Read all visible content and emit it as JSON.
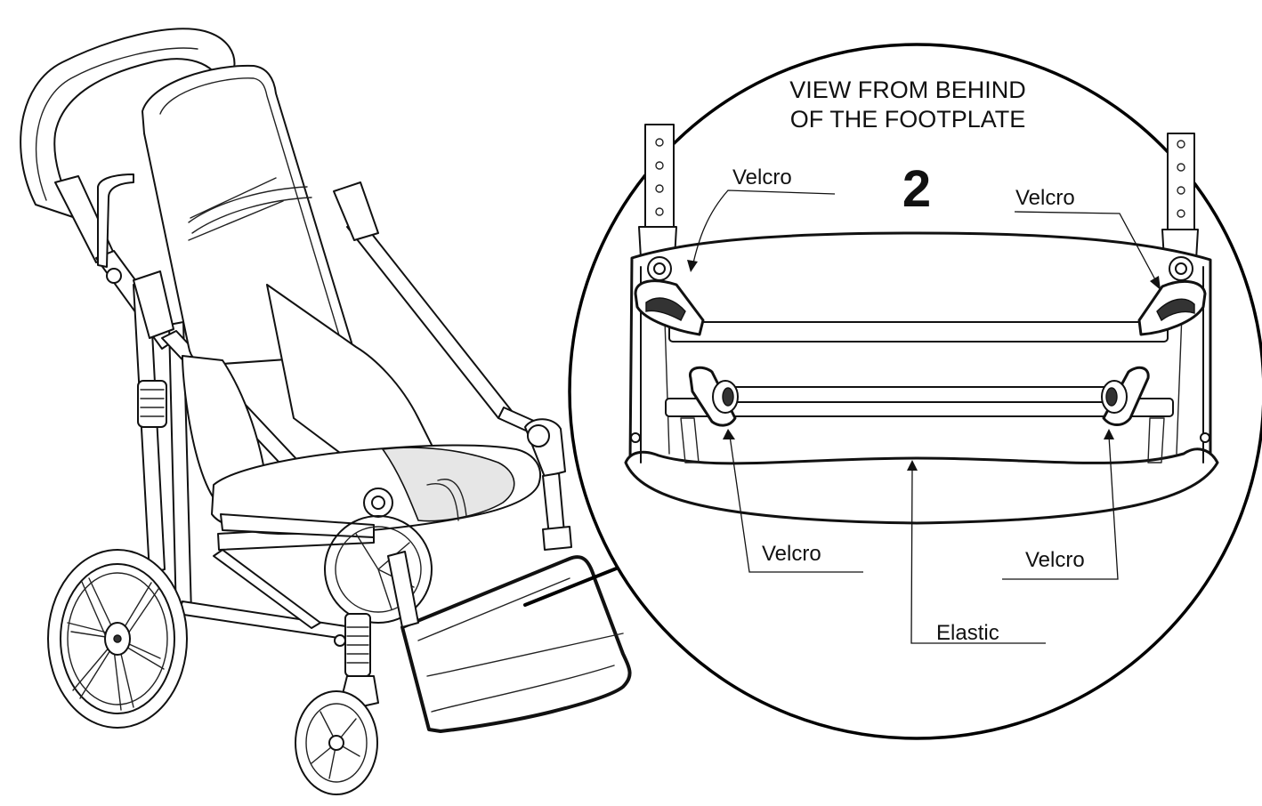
{
  "figure": {
    "title_line1": "VIEW FROM BEHIND",
    "title_line2": "OF THE FOOTPLATE",
    "step_number": "2"
  },
  "labels": {
    "velcro_top_left": "Velcro",
    "velcro_top_right": "Velcro",
    "velcro_bottom_left": "Velcro",
    "velcro_bottom_right": "Velcro",
    "elastic": "Elastic"
  }
}
